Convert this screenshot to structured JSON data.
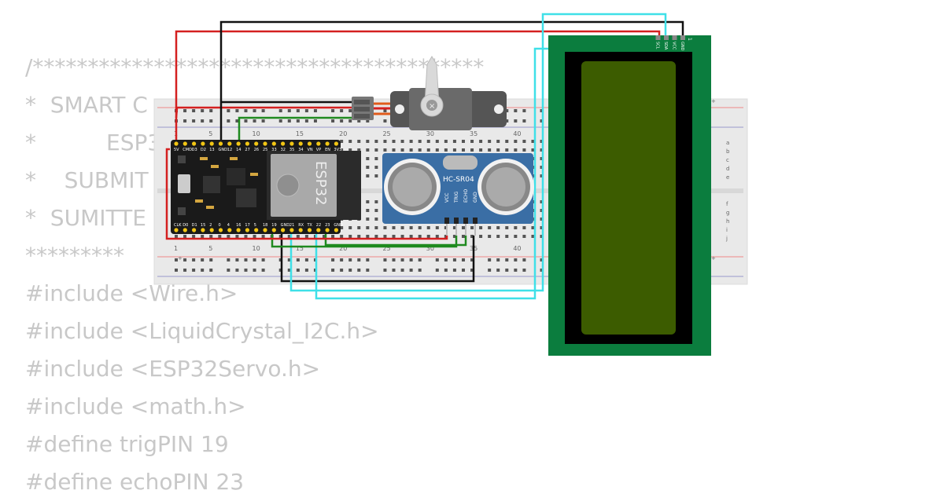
{
  "code_lines": [
    "/*****************************************",
    "*  SMART C",
    "*          ESP3",
    "*    SUBMIT",
    "*  SUMITTE",
    "*********",
    "#include <Wire.h>",
    "#include <LiquidCrystal_I2C.h>",
    "#include <ESP32Servo.h>",
    "#include <math.h>",
    "#define trigPIN 19",
    "#define echoPIN 23"
  ],
  "breadboard": {
    "column_numbers": [
      "1",
      "5",
      "10",
      "15",
      "20",
      "25",
      "30",
      "35",
      "40"
    ],
    "row_letters_top": [
      "a",
      "b",
      "c",
      "d",
      "e"
    ],
    "row_letters_bottom": [
      "f",
      "g",
      "h",
      "i",
      "j"
    ],
    "rail_plus": "+",
    "rail_minus": "–"
  },
  "esp32": {
    "label": "ESP32",
    "top_pins": [
      "3V3",
      "EN",
      "VP",
      "VN",
      "34",
      "35",
      "32",
      "33",
      "25",
      "26",
      "27",
      "14",
      "12",
      "GND",
      "13",
      "D2",
      "D3",
      "CMD",
      "5V"
    ],
    "bottom_pins": [
      "GND",
      "23",
      "22",
      "TX",
      "RX",
      "21",
      "GND",
      "19",
      "18",
      "5",
      "17",
      "16",
      "4",
      "0",
      "2",
      "15",
      "D1",
      "D0",
      "CLK"
    ]
  },
  "ultrasonic": {
    "label": "HC-SR04",
    "pins": [
      "VCC",
      "TRIG",
      "ECHO",
      "GND"
    ]
  },
  "lcd": {
    "pins": [
      "GND",
      "VCC",
      "SDA",
      "SCL"
    ],
    "pin_number": "1"
  },
  "colors": {
    "wire_red": "#d42020",
    "wire_black": "#111111",
    "wire_cyan": "#3fe0e8",
    "wire_green": "#1f8a1f",
    "lcd_pcb": "#0b7d3e",
    "lcd_screen": "#3c5c00",
    "esp_board": "#1a1a1a",
    "sensor_board": "#3a6ea5"
  }
}
